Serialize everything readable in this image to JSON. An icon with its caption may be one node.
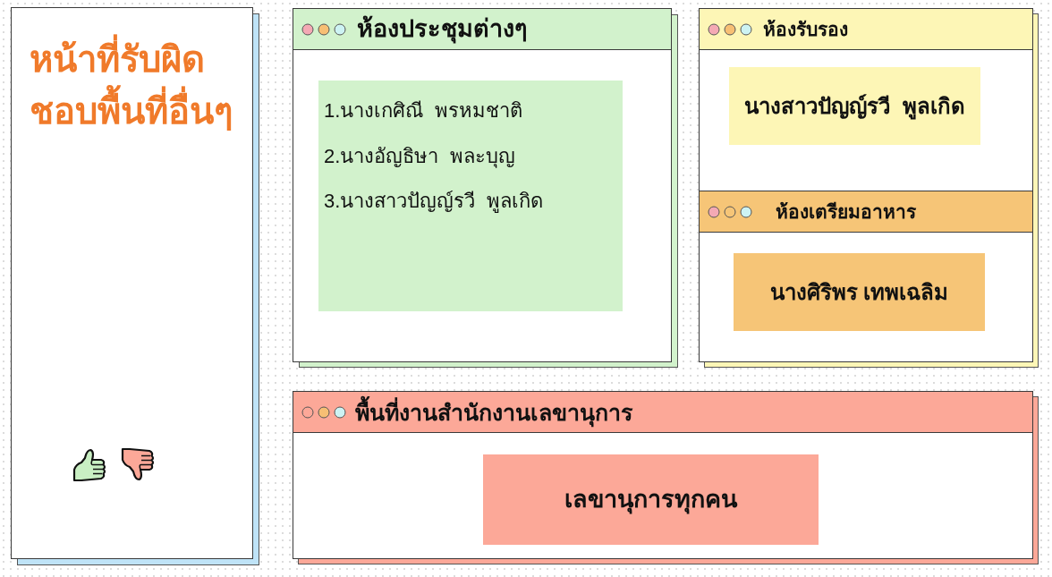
{
  "diagram": {
    "nodes": [
      {
        "text": [
          "หน้าที่รับผิดชอบพื้นที่อื่นๆ"
        ]
      },
      {
        "text": [
          "ห้องประชุมต่างๆ"
        ]
      },
      {
        "text": [
          "1.นางเกศิณี  พรหมชาติ",
          "2.นางอัญธิษา  พละบุญ",
          "3.นางสาวปัญญ์รวี  พูลเกิด"
        ],
        "in": 1
      },
      {
        "text": [
          "ห้องรับรอง"
        ]
      },
      {
        "text": [
          "นางสาวปัญญ์รวี  พูลเกิด"
        ],
        "in": 3
      },
      {
        "text": [
          "ห้องเตรียมอาหาร"
        ]
      },
      {
        "text": [
          "นางศิริพร เทพเฉลิม"
        ],
        "in": 5
      },
      {
        "text": [
          "พื้นที่งานสำนักงานเลขานุการ"
        ]
      },
      {
        "text": [
          "เลขานุการทุกคน"
        ],
        "in": 7
      }
    ],
    "edges": []
  }
}
